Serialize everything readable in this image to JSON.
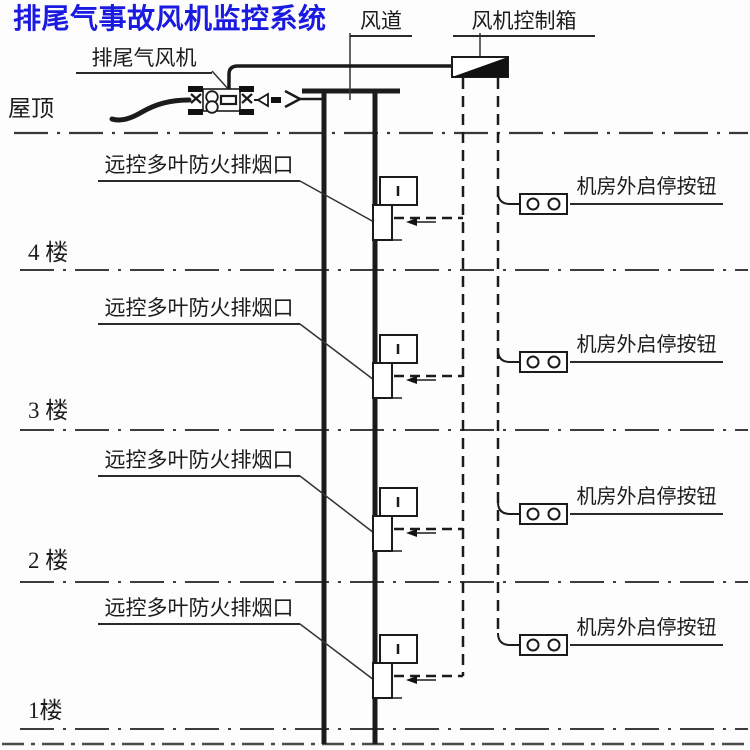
{
  "title": "排尾气事故风机监控系统",
  "labels": {
    "fan": "排尾气风机",
    "duct": "风道",
    "control_box": "风机控制箱",
    "roof": "屋顶"
  },
  "floors": [
    {
      "label": "4 楼"
    },
    {
      "label": "3 楼"
    },
    {
      "label": "2 楼"
    },
    {
      "label": "1楼"
    }
  ],
  "vents": [
    {
      "label": "远控多叶防火排烟口"
    },
    {
      "label": "远控多叶防火排烟口"
    },
    {
      "label": "远控多叶防火排烟口"
    },
    {
      "label": "远控多叶防火排烟口"
    }
  ],
  "buttons": [
    {
      "label": "机房外启停按钮"
    },
    {
      "label": "机房外启停按钮"
    },
    {
      "label": "机房外启停按钮"
    },
    {
      "label": "机房外启停按钮"
    }
  ],
  "colors": {
    "title": "#1a1ae0",
    "line": "#1b1b1b",
    "floor_line": "#3d3d3d"
  }
}
